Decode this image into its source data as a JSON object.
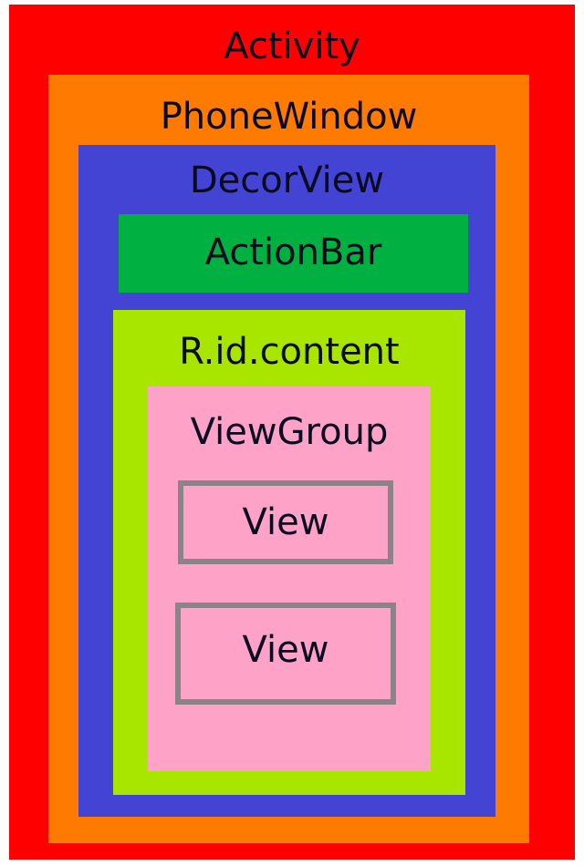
{
  "diagram": {
    "layers": {
      "activity": {
        "label": "Activity",
        "color": "#ff0000"
      },
      "phone_window": {
        "label": "PhoneWindow",
        "color": "#ff7a00"
      },
      "decor_view": {
        "label": "DecorView",
        "color": "#4444d4"
      },
      "action_bar": {
        "label": "ActionBar",
        "color": "#00b040"
      },
      "content": {
        "label": "R.id.content",
        "color": "#a8e600"
      },
      "view_group": {
        "label": "ViewGroup",
        "color": "#ffa2c8"
      },
      "views": [
        {
          "label": "View",
          "border_color": "#8a8488"
        },
        {
          "label": "View",
          "border_color": "#8a8488"
        }
      ]
    }
  }
}
